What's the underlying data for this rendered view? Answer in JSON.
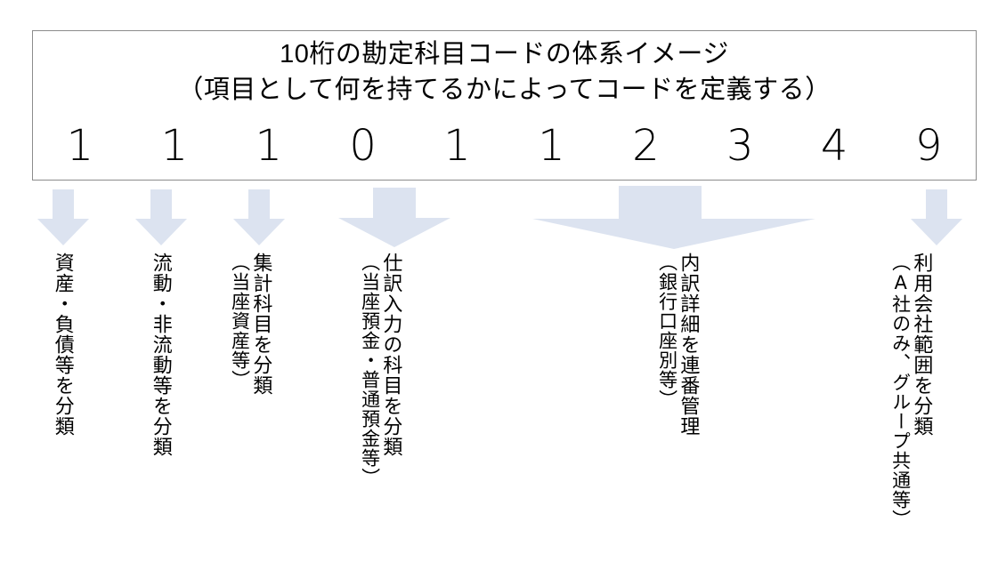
{
  "diagram": {
    "title_line1": "10桁の勘定科目コードの体系イメージ",
    "title_line2": "（項目として何を持てるかによってコードを定義する）",
    "code_digits": [
      "1",
      "1",
      "1",
      "0",
      "1",
      "1",
      "2",
      "3",
      "4",
      "9"
    ],
    "code_string": "1110112349",
    "digit_count": 10,
    "arrow_color": "#dce3f0",
    "box_border_color": "#8c8c8c",
    "text_color": "#000000",
    "segments": [
      {
        "id": "segment-1",
        "digits": "1",
        "digit_positions": [
          1
        ],
        "main": "資産・負債等を分類",
        "sub": ""
      },
      {
        "id": "segment-2",
        "digits": "1",
        "digit_positions": [
          2
        ],
        "main": "流動・非流動等を分類",
        "sub": ""
      },
      {
        "id": "segment-3",
        "digits": "1",
        "digit_positions": [
          3
        ],
        "main": "集計科目を分類",
        "sub": "（当座資産等）"
      },
      {
        "id": "segment-4",
        "digits": "01",
        "digit_positions": [
          4,
          5
        ],
        "main": "仕訳入力の科目を分類",
        "sub": "（当座預金・普通預金等）"
      },
      {
        "id": "segment-5",
        "digits": "1234",
        "digit_positions": [
          6,
          7,
          8,
          9
        ],
        "main": "内訳詳細を連番管理",
        "sub": "（銀行口座別等）"
      },
      {
        "id": "segment-6",
        "digits": "9",
        "digit_positions": [
          10
        ],
        "main": "利用会社範囲を分類",
        "sub": "（A社のみ、グループ共通等）"
      }
    ]
  }
}
